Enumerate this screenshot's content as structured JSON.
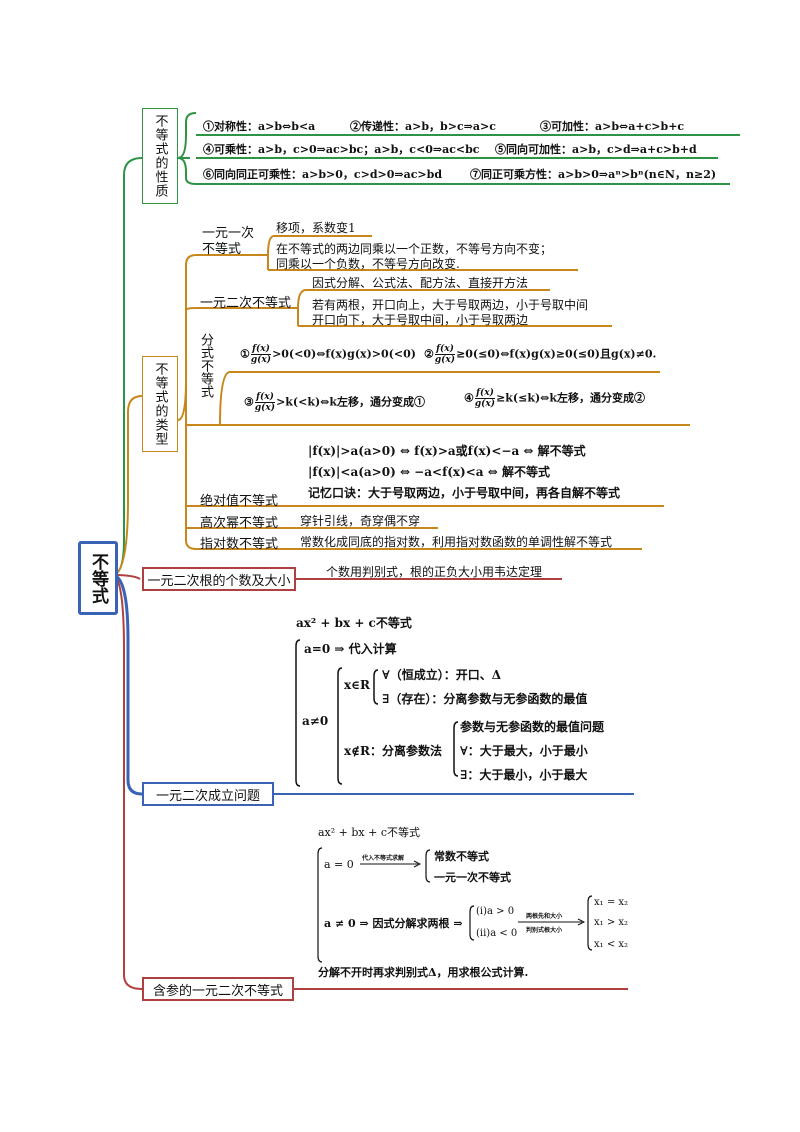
{
  "root": {
    "title": "不等式"
  },
  "colors": {
    "green": "#2e9445",
    "orange": "#c8871a",
    "blue": "#3a62b5",
    "red": "#b04040"
  },
  "properties": {
    "label": "不等式的性质",
    "items": [
      "①对称性：a>b⇔b<a",
      "②传递性：a>b，b>c⇒a>c",
      "③可加性：a>b⇔a+c>b+c",
      "④可乘性：a>b，c>0⇒ac>bc；a>b，c<0⇒ac<bc",
      "⑤同向可加性：a>b，c>d⇒a+c>b+d",
      "⑥同向同正可乘性：a>b>0，c>d>0⇒ac>bd",
      "⑦同正可乘方性：a>b>0⇒aⁿ>bⁿ(n∈N，n≥2)"
    ]
  },
  "types": {
    "label": "不等式的类型",
    "linear": {
      "label1": "一元一次",
      "label2": "不等式",
      "l1": "移项，系数变1",
      "l2": "在不等式的两边同乘以一个正数，不等号方向不变；",
      "l3": "同乘以一个负数，不等号方向改变."
    },
    "quadratic": {
      "label": "一元二次不等式",
      "l1": "因式分解、公式法、配方法、直接开方法",
      "l2": "若有两根，开口向上，大于号取两边，小于号取中间",
      "l3": "开口向下，大于号取中间，小于号取两边"
    },
    "fractional": {
      "label": "分式不等式",
      "f1_pre": "①",
      "f1_num": "f(x)",
      "f1_den": "g(x)",
      "f1_post": ">0(<0)⇔f(x)g(x)>0(<0)",
      "f2_pre": "②",
      "f2_num": "f(x)",
      "f2_den": "g(x)",
      "f2_post": "≥0(≤0)⇔f(x)g(x)≥0(≤0)且g(x)≠0.",
      "f3_pre": "③",
      "f3_num": "f(x)",
      "f3_den": "g(x)",
      "f3_post": ">k(<k)⇔k左移，通分变成①",
      "f4_pre": "④",
      "f4_num": "f(x)",
      "f4_den": "g(x)",
      "f4_post": "≥k(≤k)⇔k左移，通分变成②"
    },
    "absolute": {
      "label": "绝对值不等式",
      "l1": "|f(x)|>a(a>0) ⇔ f(x)>a或f(x)<−a ⇔ 解不等式",
      "l2": "|f(x)|<a(a>0) ⇔ −a<f(x)<a ⇔ 解不等式",
      "l3": "记忆口诀：大于号取两边，小于号取中间，再各自解不等式"
    },
    "high_degree": {
      "label": "高次幂不等式",
      "text": "穿针引线，奇穿偶不穿"
    },
    "exp_log": {
      "label": "指对数不等式",
      "text": "常数化成同底的指对数，利用指对数函数的单调性解不等式"
    }
  },
  "roots_count": {
    "label": "一元二次根的个数及大小",
    "text": "个数用判别式，根的正负大小用韦达定理"
  },
  "holds": {
    "label": "一元二次成立问题",
    "head": "ax² + bx + c不等式",
    "a0": "a=0 ⇒ 代入计算",
    "aneq": "a≠0",
    "xinR": "x∈R",
    "forall": "∀（恒成立）：开口、Δ",
    "exists": "∃（存在）：分离参数与无参函数的最值",
    "xnotinR": "x∉R：分离参数法",
    "sep1": "参数与无参函数的最值问题",
    "sep2": "∀：大于最大，小于最小",
    "sep3": "∃：大于最小，小于最大"
  },
  "param": {
    "label": "含参的一元二次不等式",
    "head": "ax² + bx + c不等式",
    "a0": "a = 0",
    "a0_arrow": "代入不等式求解",
    "c1": "常数不等式",
    "c2": "一元一次不等式",
    "aneq": "a ≠ 0 ⇒ 因式分解求两根 ⇒",
    "i1": "(i)a > 0",
    "i2": "(ii)a < 0",
    "arrow_note1": "两根先和大小",
    "arrow_note2": "判别式根大小",
    "r1": "x₁ = x₂",
    "r2": "x₁ > x₂",
    "r3": "x₁ < x₂",
    "foot": "分解不开时再求判别式Δ，用求根公式计算."
  }
}
